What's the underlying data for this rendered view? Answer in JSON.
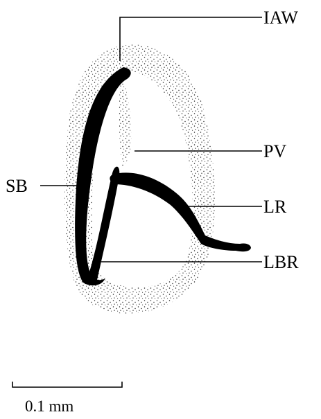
{
  "labels": {
    "iaw": "IAW",
    "pv": "PV",
    "sb": "SB",
    "lr": "LR",
    "lbr": "LBR"
  },
  "scale_bar": {
    "label": "0.1 mm"
  },
  "colors": {
    "ink": "#000000",
    "background": "#ffffff",
    "stipple": "#222222"
  }
}
